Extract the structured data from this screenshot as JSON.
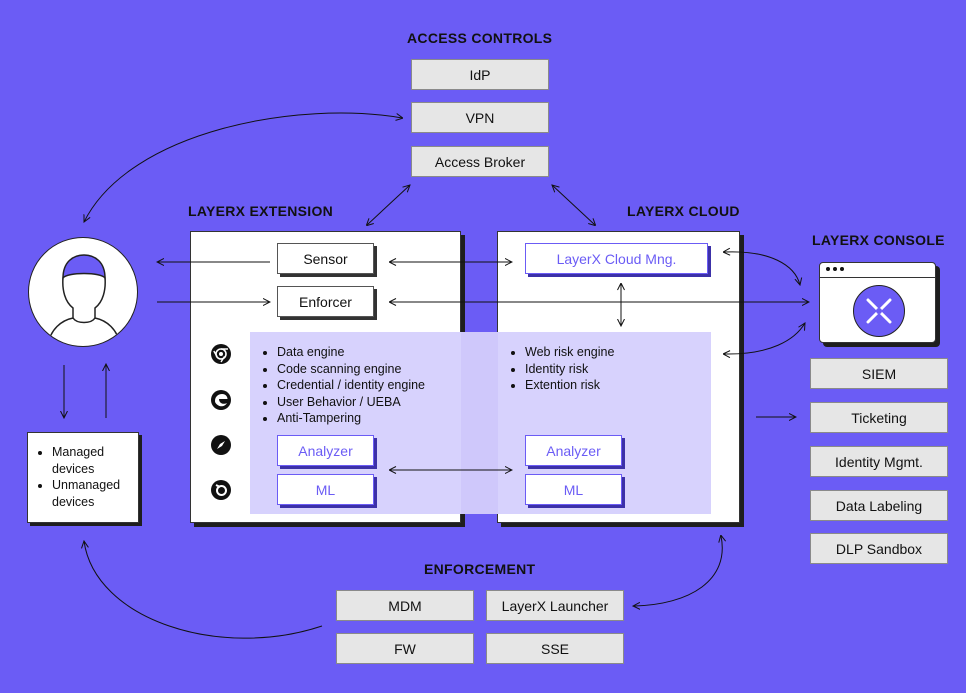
{
  "headings": {
    "access_controls": "ACCESS CONTROLS",
    "extension": "LAYERX EXTENSION",
    "cloud": "LAYERX CLOUD",
    "console": "LAYERX CONSOLE",
    "enforcement": "ENFORCEMENT"
  },
  "access_controls": [
    "IdP",
    "VPN",
    "Access Broker"
  ],
  "devices": [
    "Managed devices",
    "Unmanaged devices"
  ],
  "extension": {
    "sensor": "Sensor",
    "enforcer": "Enforcer",
    "engines": [
      "Data engine",
      "Code scanning engine",
      "Credential / identity engine",
      "User Behavior / UEBA",
      "Anti-Tampering"
    ],
    "analyzer": "Analyzer",
    "ml": "ML",
    "browser_icons": [
      "chrome-icon",
      "edge-icon",
      "safari-icon",
      "firefox-icon"
    ]
  },
  "cloud": {
    "mng": "LayerX Cloud Mng.",
    "risks": [
      "Web risk engine",
      "Identity risk",
      "Extention risk"
    ],
    "analyzer": "Analyzer",
    "ml": "ML"
  },
  "console_items": [
    "SIEM",
    "Ticketing",
    "Identity Mgmt.",
    "Data Labeling",
    "DLP Sandbox"
  ],
  "enforcement": [
    "MDM",
    "LayerX Launcher",
    "FW",
    "SSE"
  ],
  "colors": {
    "background": "#6b5cf5",
    "lavender": "#d7d2fd",
    "accent": "#6b5cf5"
  }
}
